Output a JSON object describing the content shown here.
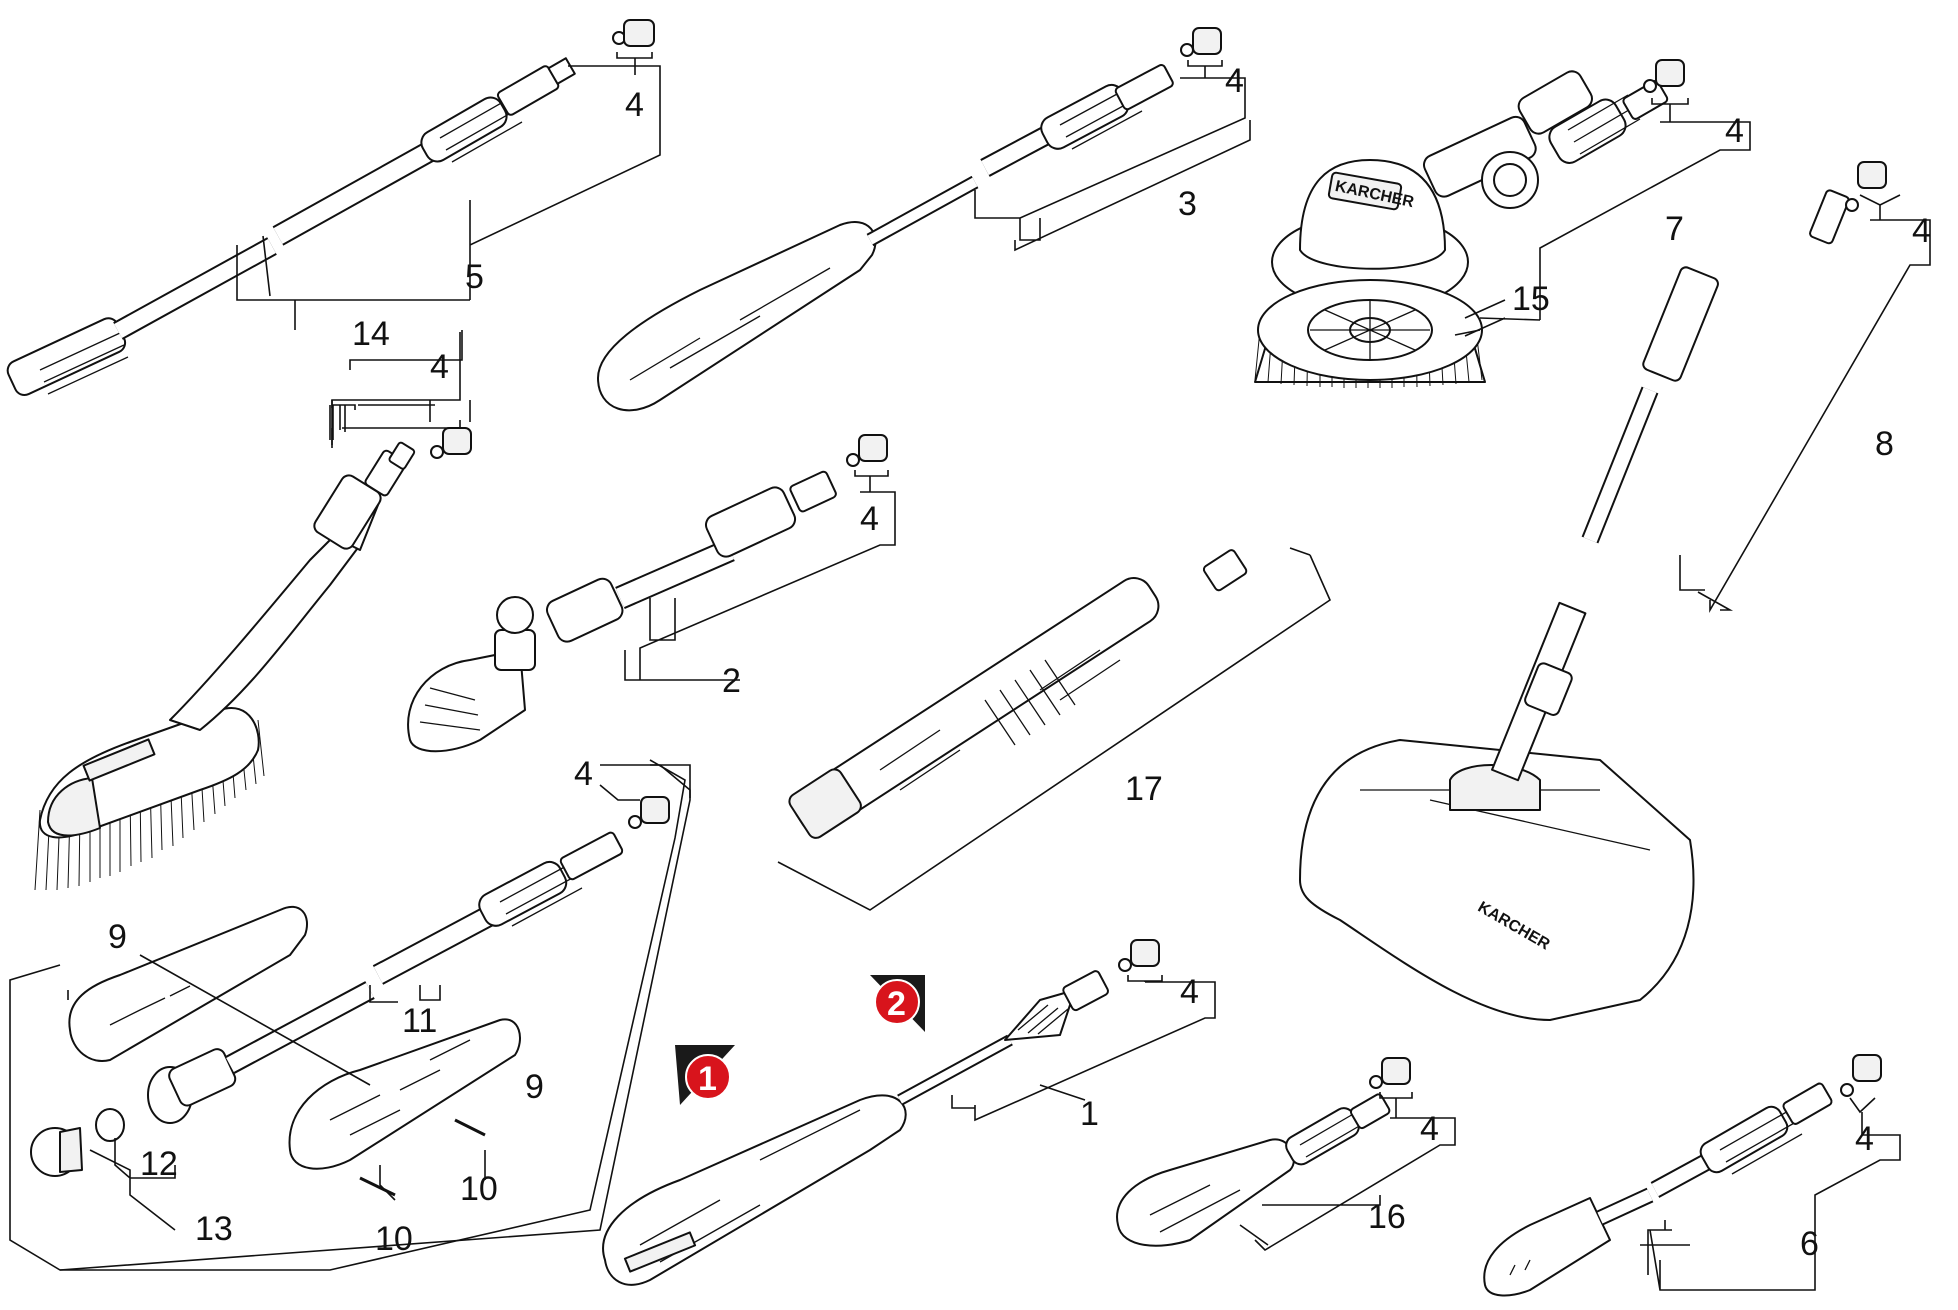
{
  "callouts": {
    "c1": "1",
    "c2": "2",
    "c3": "3",
    "c5": "5",
    "c6": "6",
    "c7": "7",
    "c8": "8",
    "c11": "11",
    "c12": "12",
    "c13": "13",
    "c14": "14",
    "c15": "15",
    "c16": "16",
    "c17": "17",
    "c4": "4",
    "c9": "9",
    "c10": "10"
  },
  "brand": "KARCHER",
  "badges": {
    "b1": "1",
    "b2": "2"
  },
  "colors": {
    "badge_red": "#d8141c",
    "badge_dark": "#1a1a1a",
    "line": "#111111"
  },
  "icons": [
    "wash-brush",
    "rotary-brush",
    "surface-cleaner",
    "dirt-blaster-lance",
    "spray-lance",
    "foam-nozzle",
    "extension-tube"
  ]
}
